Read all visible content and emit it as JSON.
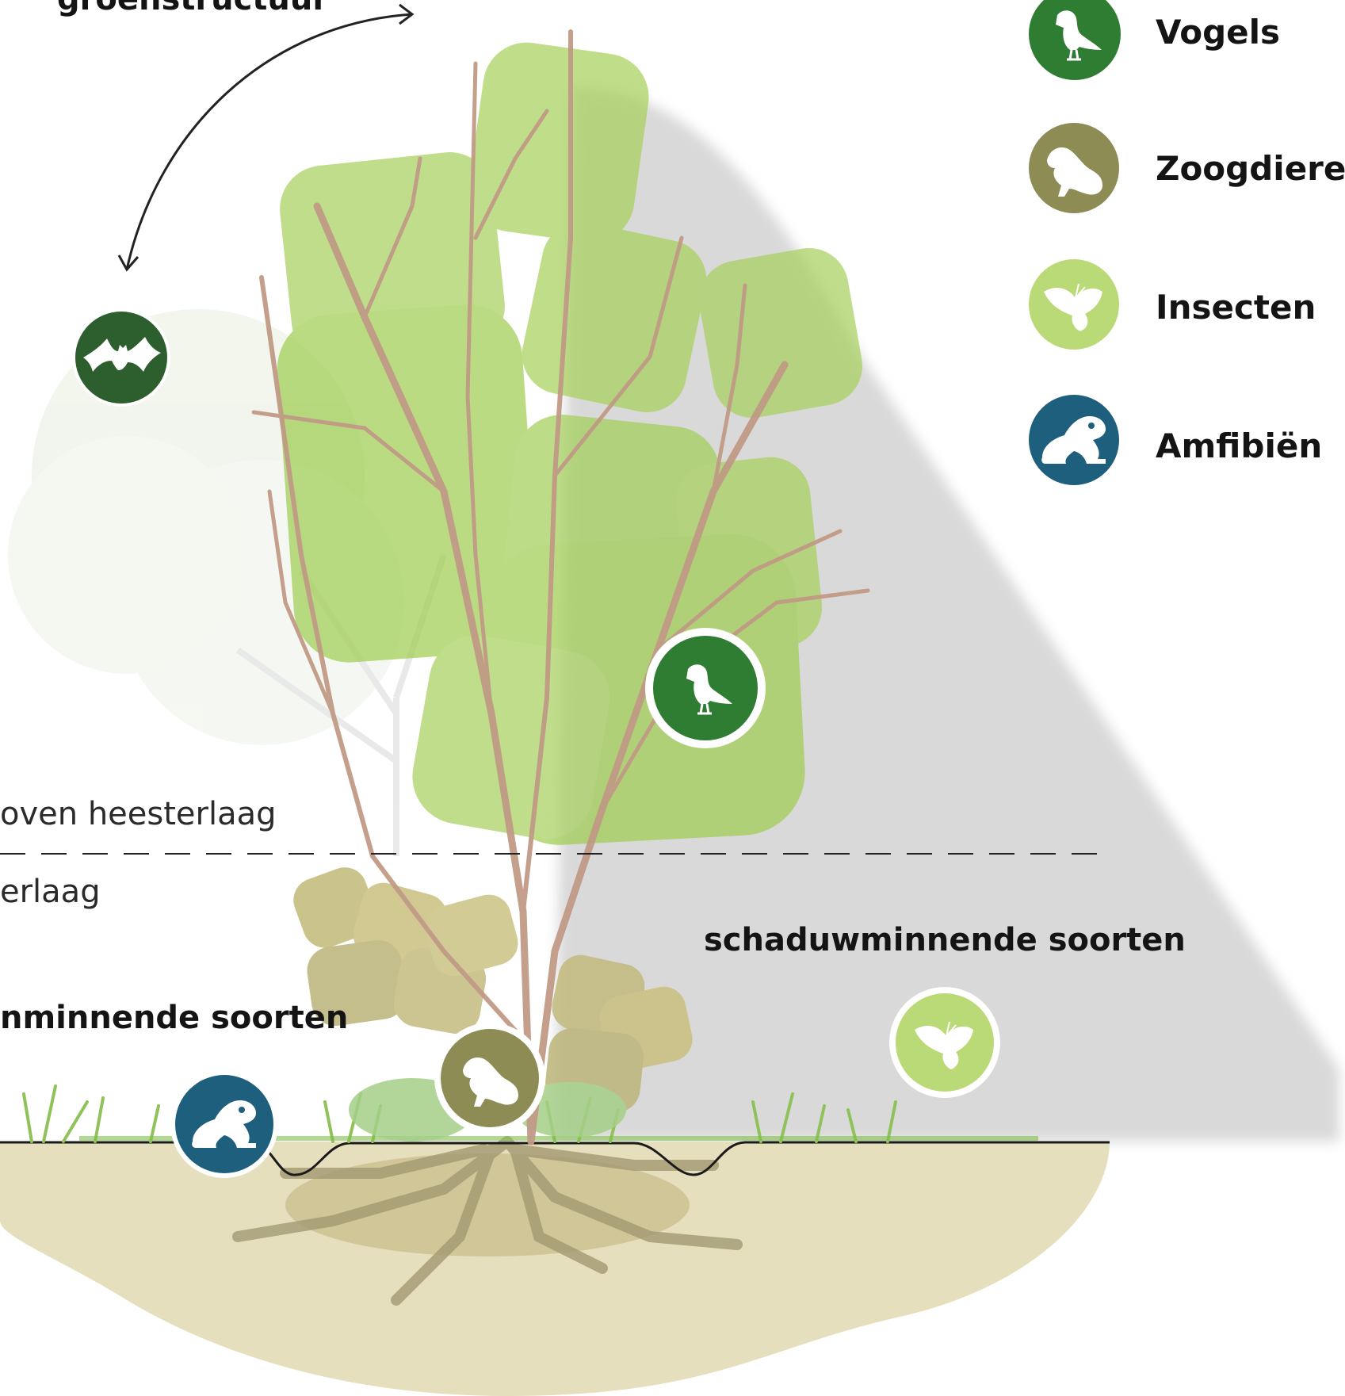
{
  "top_label": "groenstructuur",
  "layers": {
    "upper": "oven heesterlaag",
    "lower": "erlaag"
  },
  "zones": {
    "sun": "nminnende soorten",
    "shade": "schaduwminnende soorten"
  },
  "legend": [
    {
      "label": "Vogels",
      "icon": "bird-icon",
      "color": "#2f7d32"
    },
    {
      "label": "Zoogdieren",
      "icon": "mammal-icon",
      "color": "#8e8c55"
    },
    {
      "label": "Insecten",
      "icon": "butterfly-icon",
      "color": "#b9da77"
    },
    {
      "label": "Amfibiën",
      "icon": "frog-icon",
      "color": "#1f5f7e"
    }
  ],
  "colors": {
    "bird": "#2f7d32",
    "bat": "#2d5e2d",
    "mammal": "#8e8c55",
    "insect": "#b9da77",
    "amphibian": "#1f5f7e",
    "foliage": "#9fcd52",
    "soil": "#e5dfbe",
    "shadow": "#d9d9d9",
    "branch": "#c09a86"
  }
}
